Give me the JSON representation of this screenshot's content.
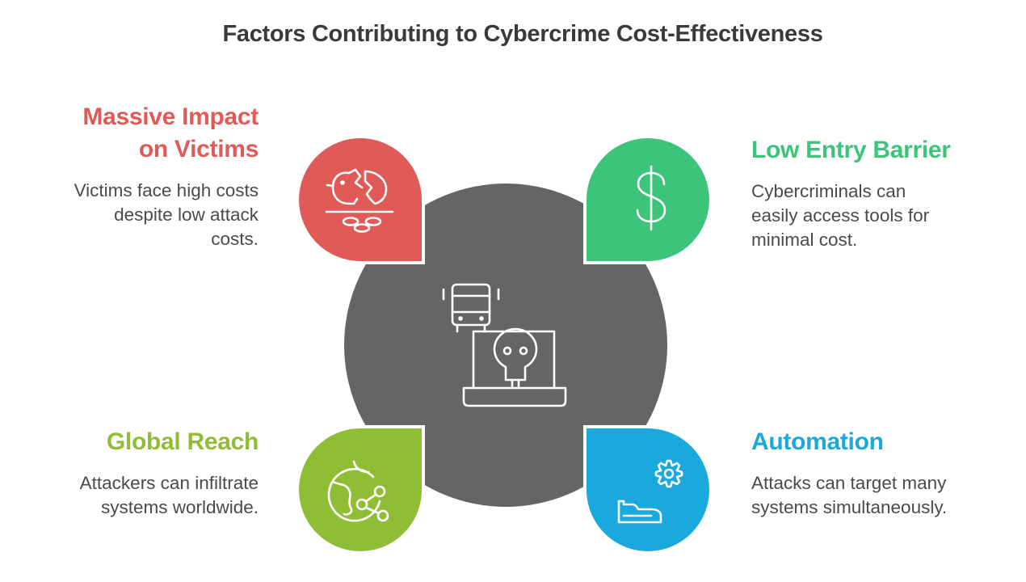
{
  "title": "Factors Contributing to Cybercrime Cost-Effectiveness",
  "colors": {
    "center": "#656565",
    "massive_impact": "#e05a57",
    "low_entry": "#3cc47b",
    "global_reach": "#8fbd35",
    "automation": "#1aa9dc"
  },
  "center_icons": [
    "bus-icon",
    "skull-laptop-icon"
  ],
  "factors": {
    "massive_impact": {
      "heading_line1": "Massive Impact",
      "heading_line2": "on Victims",
      "desc_line1": "Victims face high costs",
      "desc_line2": "despite low attack",
      "desc_line3": "costs.",
      "icon": "broken-piggy-bank-icon"
    },
    "low_entry": {
      "heading": "Low Entry Barrier",
      "desc_line1": "Cybercriminals can",
      "desc_line2": "easily access tools for",
      "desc_line3": "minimal cost.",
      "icon": "dollar-icon"
    },
    "global_reach": {
      "heading": "Global Reach",
      "desc_line1": "Attackers can infiltrate",
      "desc_line2": "systems worldwide.",
      "icon": "globe-network-icon"
    },
    "automation": {
      "heading": "Automation",
      "desc_line1": "Attacks can target many",
      "desc_line2": "systems simultaneously.",
      "icon": "gear-hand-icon"
    }
  }
}
